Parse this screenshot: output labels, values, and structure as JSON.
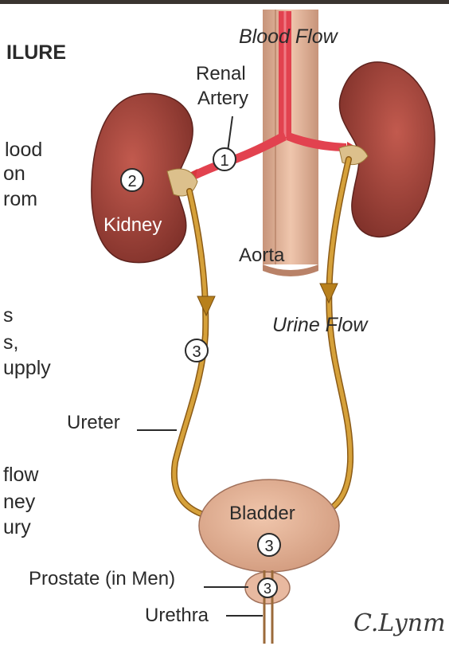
{
  "side_text": {
    "heading": "ILURE",
    "line1": "lood",
    "line2": "on",
    "line3": "rom",
    "line4": "s",
    "line5": "s,",
    "line6": "upply",
    "line7": "flow",
    "line8": "ney",
    "line9": "ury"
  },
  "labels": {
    "blood_flow": "Blood Flow",
    "renal_artery_1": "Renal",
    "renal_artery_2": "Artery",
    "kidney": "Kidney",
    "aorta": "Aorta",
    "urine_flow": "Urine Flow",
    "ureter": "Ureter",
    "bladder": "Bladder",
    "prostate": "Prostate (in Men)",
    "urethra": "Urethra"
  },
  "markers": {
    "m1": "1",
    "m2": "2",
    "m3_ureter": "3",
    "m3_bladder": "3",
    "m3_prostate": "3"
  },
  "signature": "C.Lynm",
  "colors": {
    "kidney": "#a0463e",
    "aorta": "#dcab8c",
    "artery": "#e0414e",
    "ureter": "#c8921e",
    "bladder": "#e2b196"
  }
}
